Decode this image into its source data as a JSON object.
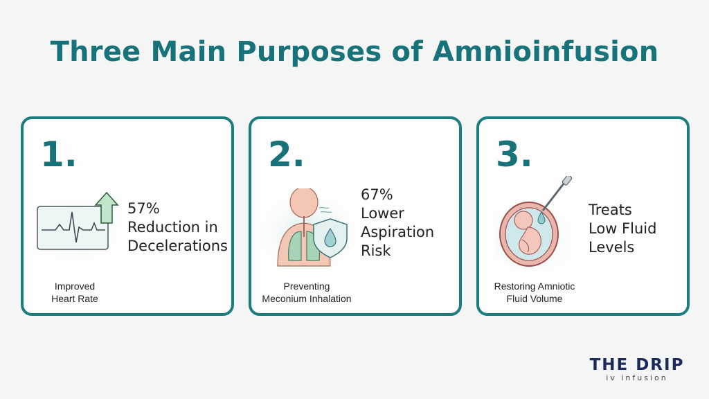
{
  "title": "Three Main Purposes of Amnioinfusion",
  "cards": [
    {
      "number": "1.",
      "stat_lines": [
        "57%",
        "Reduction in",
        "Decelerations"
      ],
      "caption_lines": [
        "Improved",
        "Heart Rate"
      ],
      "icon": "heart-monitor-icon"
    },
    {
      "number": "2.",
      "stat_lines": [
        "67%",
        "Lower",
        "Aspiration",
        "Risk"
      ],
      "caption_lines": [
        "Preventing",
        "Meconium Inhalation"
      ],
      "icon": "lungs-shield-icon"
    },
    {
      "number": "3.",
      "stat_lines": [
        "Treats",
        "Low Fluid",
        "Levels"
      ],
      "caption_lines": [
        "Restoring Amniotic",
        "Fluid Volume"
      ],
      "icon": "fetus-fluid-icon"
    }
  ],
  "logo": {
    "main": "THE DRIP",
    "sub": "iv infusion"
  },
  "colors": {
    "accent": "#177379",
    "border": "#1b7d80",
    "logo": "#1a2a5a"
  }
}
